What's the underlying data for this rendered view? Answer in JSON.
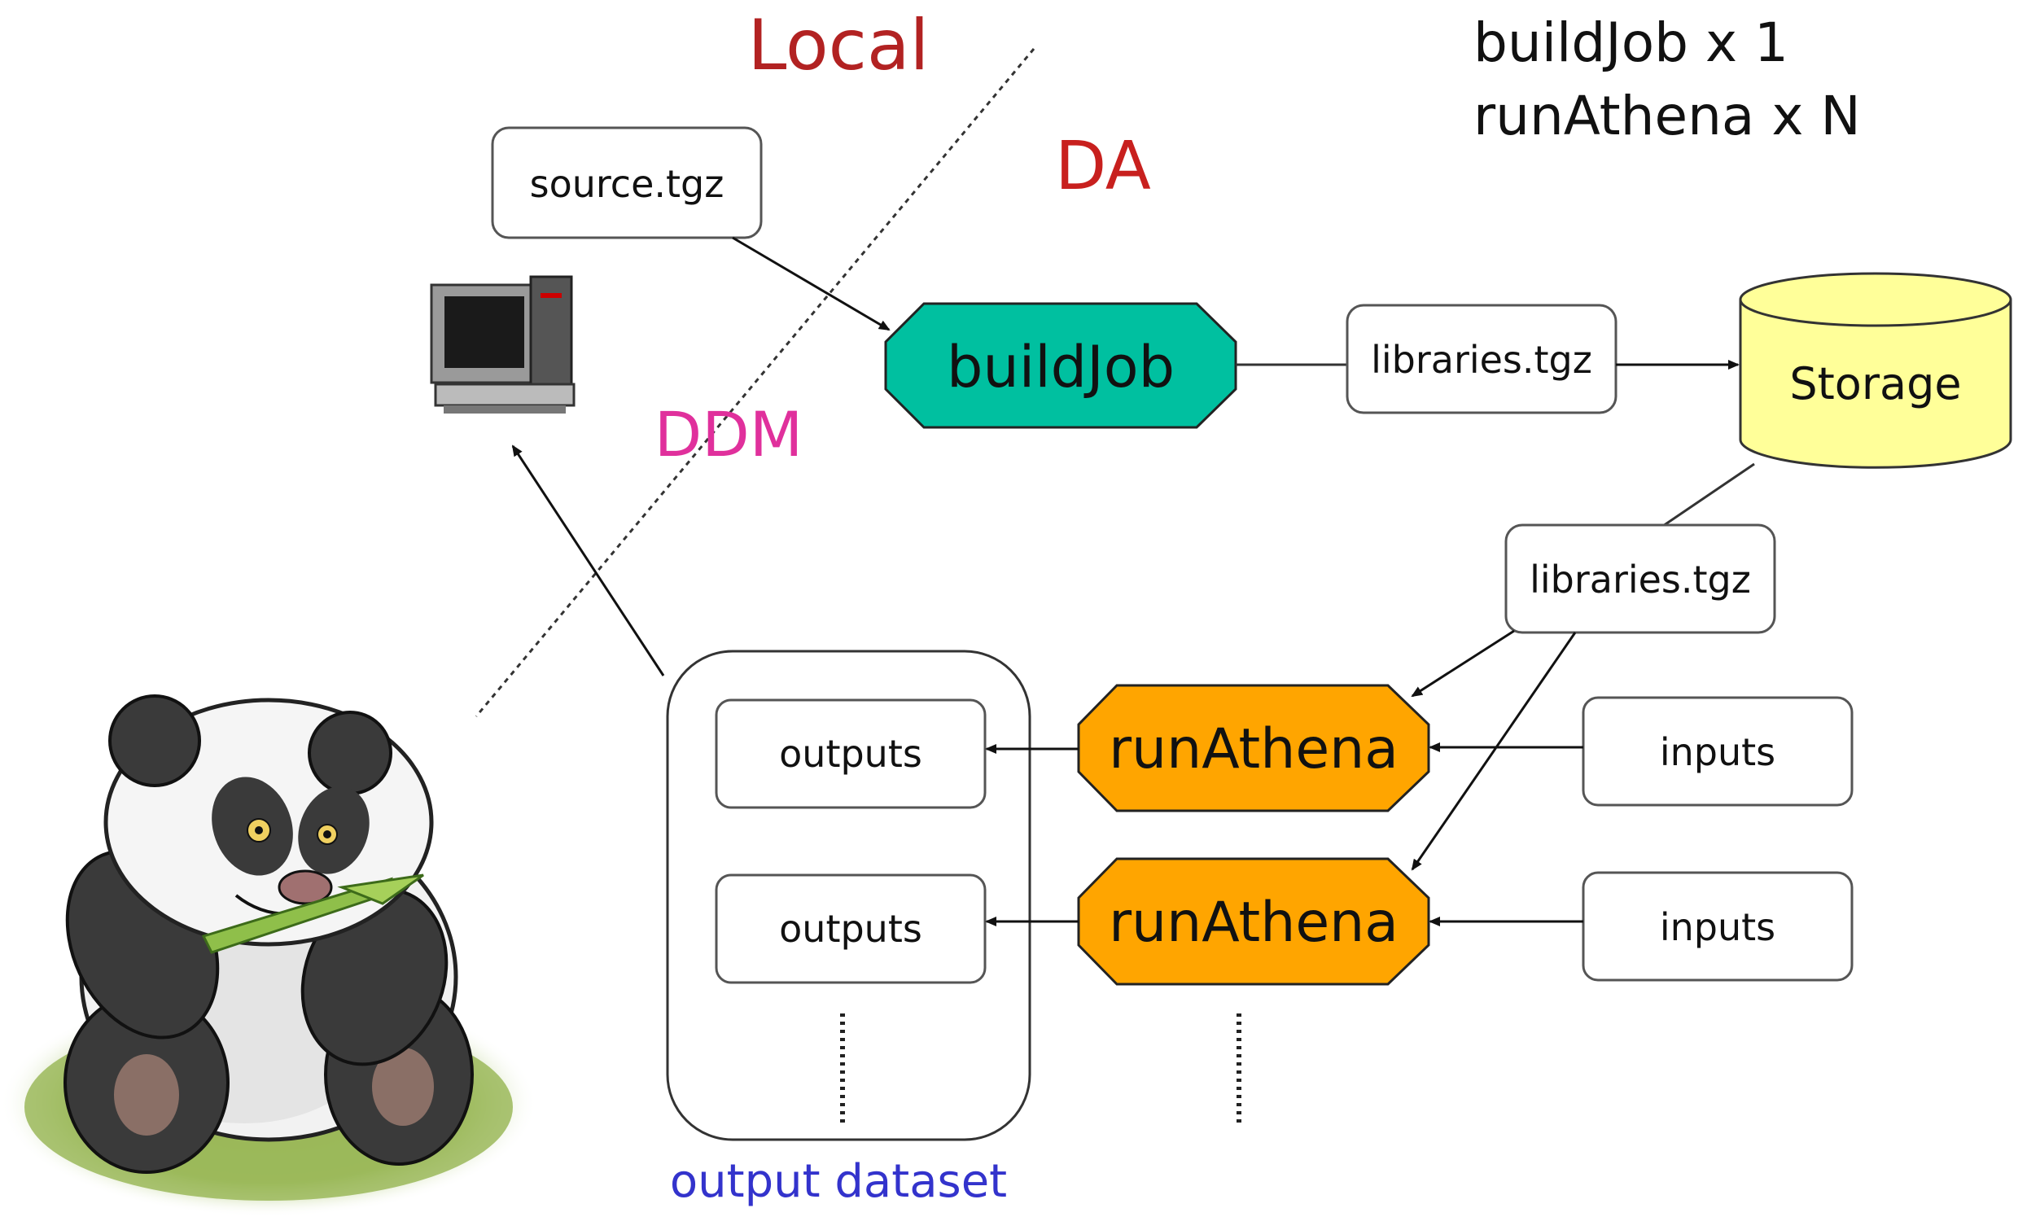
{
  "regions": {
    "local": "Local",
    "da": "DA",
    "ddm": "DDM"
  },
  "legend": {
    "line1": "buildJob x 1",
    "line2": "runAthena x N"
  },
  "boxes": {
    "source": "source.tgz",
    "libraries_top": "libraries.tgz",
    "libraries_mid": "libraries.tgz",
    "outputs_1": "outputs",
    "outputs_2": "outputs",
    "inputs_1": "inputs",
    "inputs_2": "inputs"
  },
  "jobs": {
    "build": "buildJob",
    "run_1": "runAthena",
    "run_2": "runAthena"
  },
  "storage": "Storage",
  "output_dataset": "output dataset",
  "colors": {
    "local": "#b22222",
    "da": "#c8201e",
    "ddm": "#e0309c",
    "buildjob_fill": "#00c0a0",
    "runathena_fill": "#ffa500",
    "storage_fill": "#ffff99",
    "dataset_label": "#3333cc"
  },
  "icons": {
    "computer": "computer-icon",
    "panda": "panda-mascot"
  }
}
